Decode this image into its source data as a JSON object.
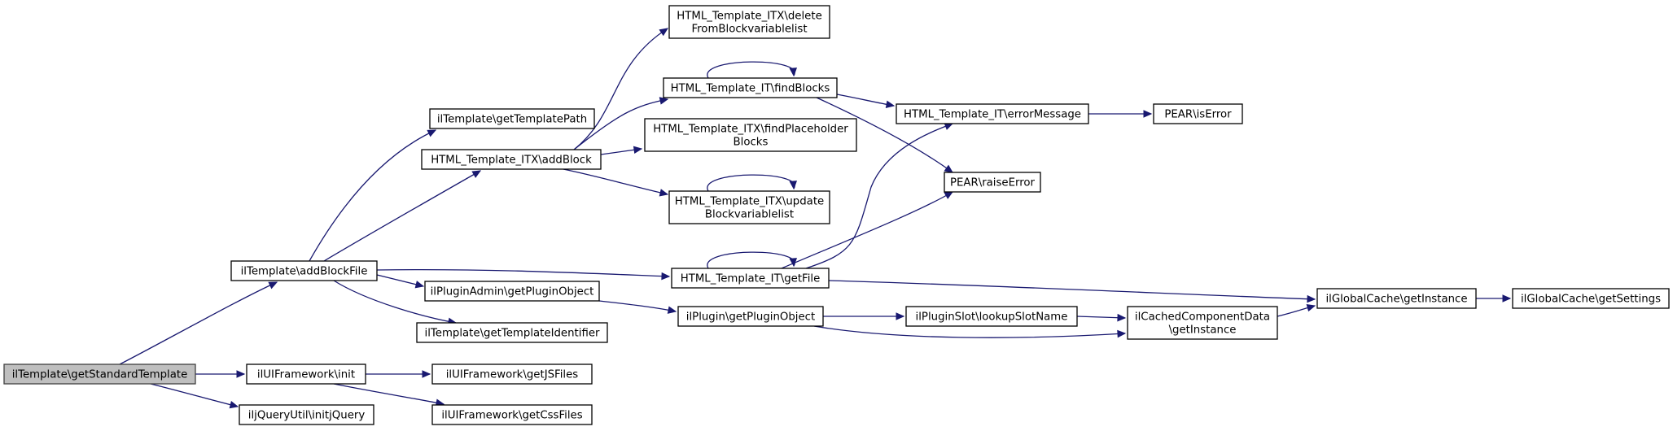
{
  "graph": {
    "colors": {
      "edge": "#191970",
      "root_fill": "#bfbfbf",
      "node_fill": "#ffffff",
      "node_stroke": "#000000"
    },
    "nodes": [
      {
        "id": "n0",
        "lines": [
          "ilTemplate\\getStandardTemplate"
        ],
        "root": true
      },
      {
        "id": "n1",
        "lines": [
          "ilTemplate\\addBlockFile"
        ]
      },
      {
        "id": "n2",
        "lines": [
          "ilUIFramework\\init"
        ]
      },
      {
        "id": "n3",
        "lines": [
          "iljQueryUtil\\initjQuery"
        ]
      },
      {
        "id": "n4",
        "lines": [
          "ilTemplate\\getTemplatePath"
        ]
      },
      {
        "id": "n5",
        "lines": [
          "HTML_Template_ITX\\addBlock"
        ]
      },
      {
        "id": "n6",
        "lines": [
          "ilPluginAdmin\\getPluginObject"
        ]
      },
      {
        "id": "n7",
        "lines": [
          "ilTemplate\\getTemplateIdentifier"
        ]
      },
      {
        "id": "n8",
        "lines": [
          "ilUIFramework\\getJSFiles"
        ]
      },
      {
        "id": "n9",
        "lines": [
          "ilUIFramework\\getCssFiles"
        ]
      },
      {
        "id": "n10",
        "lines": [
          "HTML_Template_ITX\\delete",
          "FromBlockvariablelist"
        ]
      },
      {
        "id": "n11",
        "lines": [
          "HTML_Template_IT\\findBlocks"
        ]
      },
      {
        "id": "n12",
        "lines": [
          "HTML_Template_ITX\\findPlaceholder",
          "Blocks"
        ]
      },
      {
        "id": "n13",
        "lines": [
          "HTML_Template_ITX\\update",
          "Blockvariablelist"
        ]
      },
      {
        "id": "n14",
        "lines": [
          "HTML_Template_IT\\getFile"
        ]
      },
      {
        "id": "n15",
        "lines": [
          "ilPlugin\\getPluginObject"
        ]
      },
      {
        "id": "n16",
        "lines": [
          "HTML_Template_IT\\errorMessage"
        ]
      },
      {
        "id": "n17",
        "lines": [
          "PEAR\\raiseError"
        ]
      },
      {
        "id": "n18",
        "lines": [
          "ilPluginSlot\\lookupSlotName"
        ]
      },
      {
        "id": "n19",
        "lines": [
          "ilCachedComponentData",
          "\\getInstance"
        ]
      },
      {
        "id": "n20",
        "lines": [
          "PEAR\\isError"
        ]
      },
      {
        "id": "n21",
        "lines": [
          "ilGlobalCache\\getInstance"
        ]
      },
      {
        "id": "n22",
        "lines": [
          "ilGlobalCache\\getSettings"
        ]
      }
    ],
    "edges": [
      [
        "n0",
        "n1"
      ],
      [
        "n0",
        "n2"
      ],
      [
        "n0",
        "n3"
      ],
      [
        "n1",
        "n4"
      ],
      [
        "n1",
        "n5"
      ],
      [
        "n1",
        "n14"
      ],
      [
        "n1",
        "n6"
      ],
      [
        "n1",
        "n7"
      ],
      [
        "n2",
        "n8"
      ],
      [
        "n2",
        "n9"
      ],
      [
        "n5",
        "n10"
      ],
      [
        "n5",
        "n11"
      ],
      [
        "n5",
        "n12"
      ],
      [
        "n5",
        "n13"
      ],
      [
        "n11",
        "n11"
      ],
      [
        "n11",
        "n16"
      ],
      [
        "n11",
        "n17"
      ],
      [
        "n13",
        "n13"
      ],
      [
        "n14",
        "n14"
      ],
      [
        "n14",
        "n16"
      ],
      [
        "n14",
        "n17"
      ],
      [
        "n14",
        "n21"
      ],
      [
        "n6",
        "n15"
      ],
      [
        "n15",
        "n18"
      ],
      [
        "n15",
        "n19"
      ],
      [
        "n18",
        "n19"
      ],
      [
        "n19",
        "n21"
      ],
      [
        "n16",
        "n20"
      ],
      [
        "n21",
        "n22"
      ]
    ]
  }
}
